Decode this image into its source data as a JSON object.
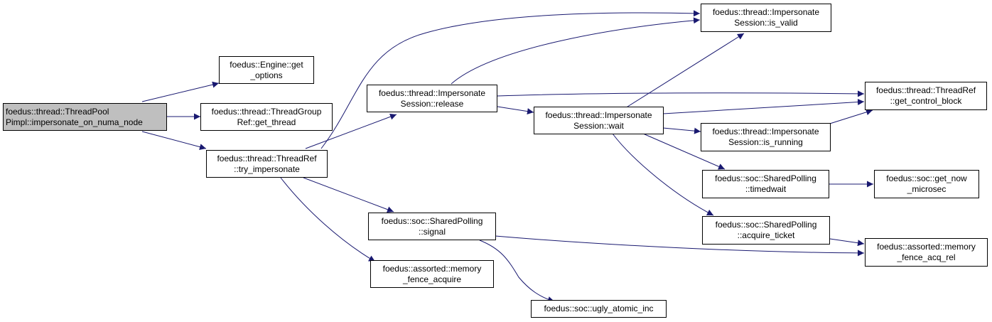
{
  "colors": {
    "edge": "#191970",
    "root_fill": "#bfbfbf",
    "node_fill": "#ffffff",
    "border": "#000000"
  },
  "nodes": {
    "root": {
      "line1": "foedus::thread::ThreadPool",
      "line2": "Pimpl::impersonate_on_numa_node"
    },
    "engine_get_options": {
      "line1": "foedus::Engine::get",
      "line2": "_options"
    },
    "threadgroupref_get_thread": {
      "line1": "foedus::thread::ThreadGroup",
      "line2": "Ref::get_thread"
    },
    "threadref_try_impersonate": {
      "line1": "foedus::thread::ThreadRef",
      "line2": "::try_impersonate"
    },
    "session_release": {
      "line1": "foedus::thread::Impersonate",
      "line2": "Session::release"
    },
    "sharedpolling_signal": {
      "line1": "foedus::soc::SharedPolling",
      "line2": "::signal"
    },
    "memory_fence_acquire": {
      "line1": "foedus::assorted::memory",
      "line2": "_fence_acquire"
    },
    "ugly_atomic_inc": {
      "line1": "foedus::soc::ugly_atomic_inc"
    },
    "session_wait": {
      "line1": "foedus::thread::Impersonate",
      "line2": "Session::wait"
    },
    "session_is_valid": {
      "line1": "foedus::thread::Impersonate",
      "line2": "Session::is_valid"
    },
    "session_is_running": {
      "line1": "foedus::thread::Impersonate",
      "line2": "Session::is_running"
    },
    "sharedpolling_timedwait": {
      "line1": "foedus::soc::SharedPolling",
      "line2": "::timedwait"
    },
    "sharedpolling_acquire_ticket": {
      "line1": "foedus::soc::SharedPolling",
      "line2": "::acquire_ticket"
    },
    "threadref_get_control_block": {
      "line1": "foedus::thread::ThreadRef",
      "line2": "::get_control_block"
    },
    "get_now_microsec": {
      "line1": "foedus::soc::get_now",
      "line2": "_microsec"
    },
    "memory_fence_acq_rel": {
      "line1": "foedus::assorted::memory",
      "line2": "_fence_acq_rel"
    }
  }
}
